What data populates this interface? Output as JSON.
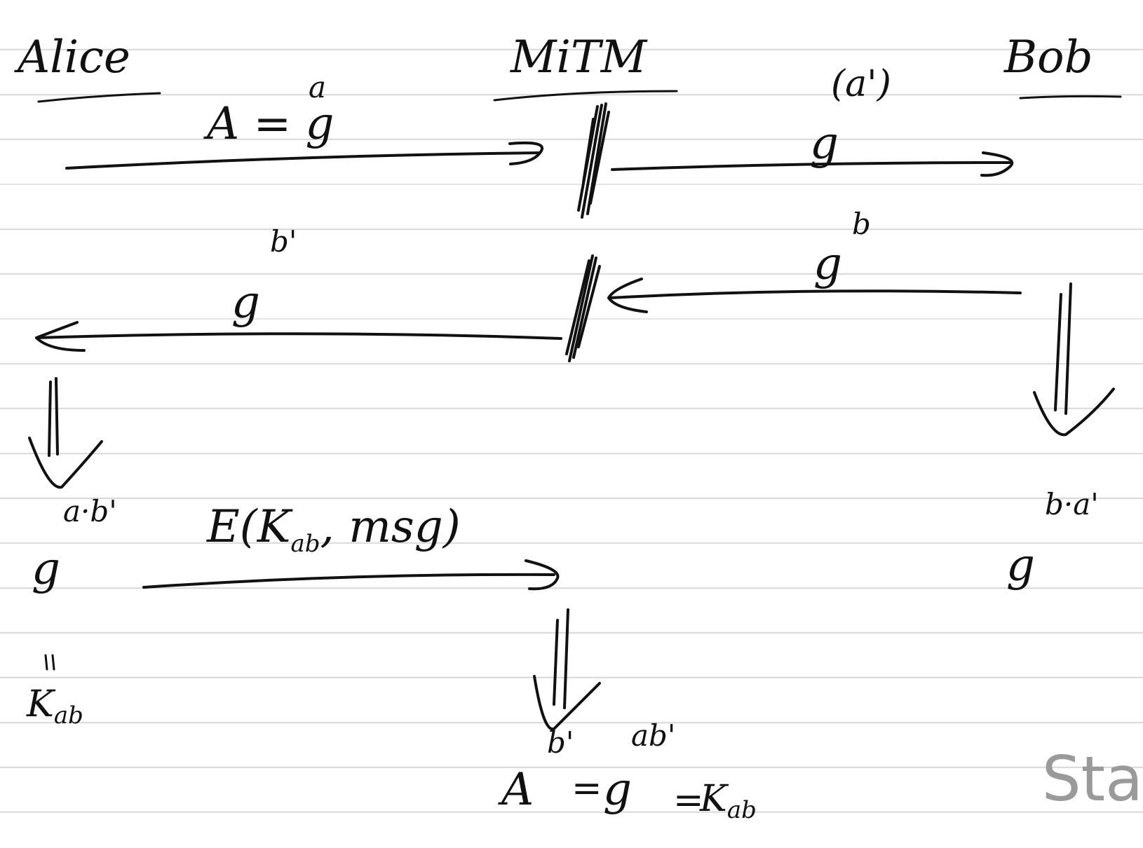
{
  "participants": {
    "alice": "Alice",
    "mitm": "MiTM",
    "bob": "Bob"
  },
  "messages": {
    "alice_to_mitm": "A = g",
    "alice_to_mitm_exp": "a",
    "mitm_to_bob": "g",
    "mitm_to_bob_exp": "(a')",
    "bob_to_mitm": "g",
    "bob_to_mitm_exp": "b",
    "mitm_to_alice": "g",
    "mitm_to_alice_exp": "b'",
    "encrypted": "E(K",
    "encrypted_sub": "ab",
    "encrypted_tail": ", msg)"
  },
  "alice_key": {
    "base": "g",
    "exp": "a·b'",
    "equals": "=",
    "key": "K",
    "key_sub": "ab"
  },
  "bob_key": {
    "base": "g",
    "exp": "b·a'"
  },
  "mitm_key": {
    "base": "A",
    "exp": "b'",
    "eq1": "=",
    "g": "g",
    "g_exp": "ab'",
    "eq2": "=",
    "key": "K",
    "key_sub": "ab"
  },
  "watermark": "Sta"
}
